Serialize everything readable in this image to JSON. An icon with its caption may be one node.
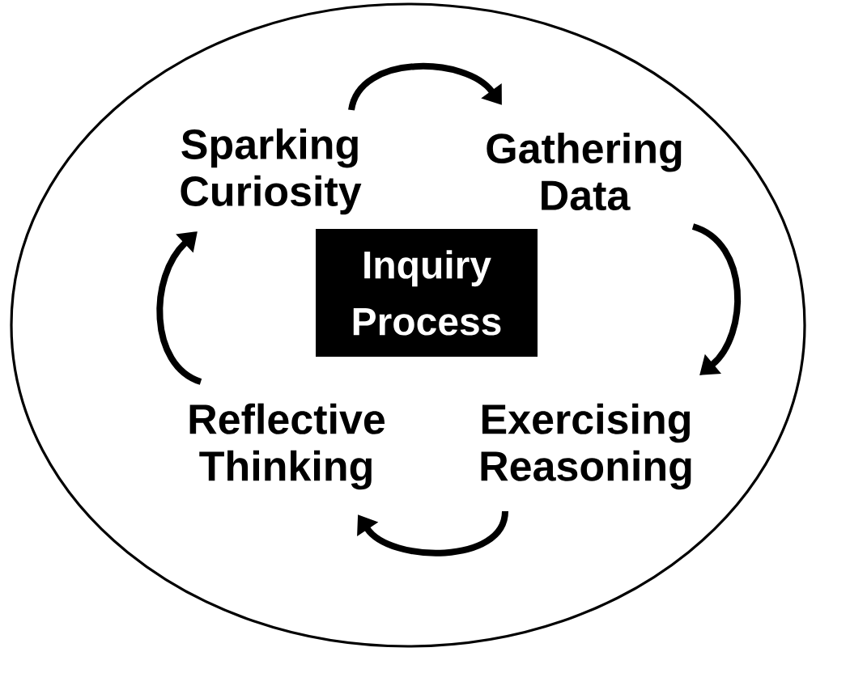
{
  "diagram": {
    "nodes": [
      {
        "text": [],
        "shape": "circle"
      },
      {
        "text": [
          "Sparking Curiosity"
        ],
        "in": 0
      },
      {
        "text": [
          "Gathering Data"
        ],
        "in": 0
      },
      {
        "text": [
          "Inquiry Process"
        ],
        "in": 0
      },
      {
        "text": [
          "Reflective Thinking"
        ],
        "in": 0
      },
      {
        "text": [
          "Exercising Reasoning"
        ],
        "in": 0
      }
    ],
    "edges": [
      {
        "from": 1,
        "to": 2,
        "arrow": "to"
      },
      {
        "from": 2,
        "to": 5,
        "arrow": "to"
      },
      {
        "from": 5,
        "to": 4,
        "arrow": "to"
      },
      {
        "from": 4,
        "to": 1,
        "arrow": "to"
      }
    ]
  }
}
